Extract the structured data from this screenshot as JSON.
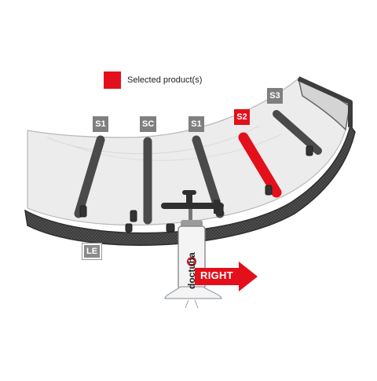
{
  "legend": {
    "label": "Selected product(s)",
    "color": "#e3101b"
  },
  "tags": {
    "s1_left": "S1",
    "sc": "SC",
    "s1_mid": "S1",
    "s2": "S2",
    "s3": "S3",
    "le": "LE"
  },
  "selected_tag": "S2",
  "direction": {
    "label": "RIGHT",
    "color": "#e3101b"
  },
  "pump": {
    "brand_text": "doctuba",
    "icon": "pump-icon"
  },
  "colors": {
    "strut": "#4a4a4a",
    "selected_strut": "#e3101b",
    "canopy": "#efefef",
    "tag": "#7f7f7f"
  }
}
